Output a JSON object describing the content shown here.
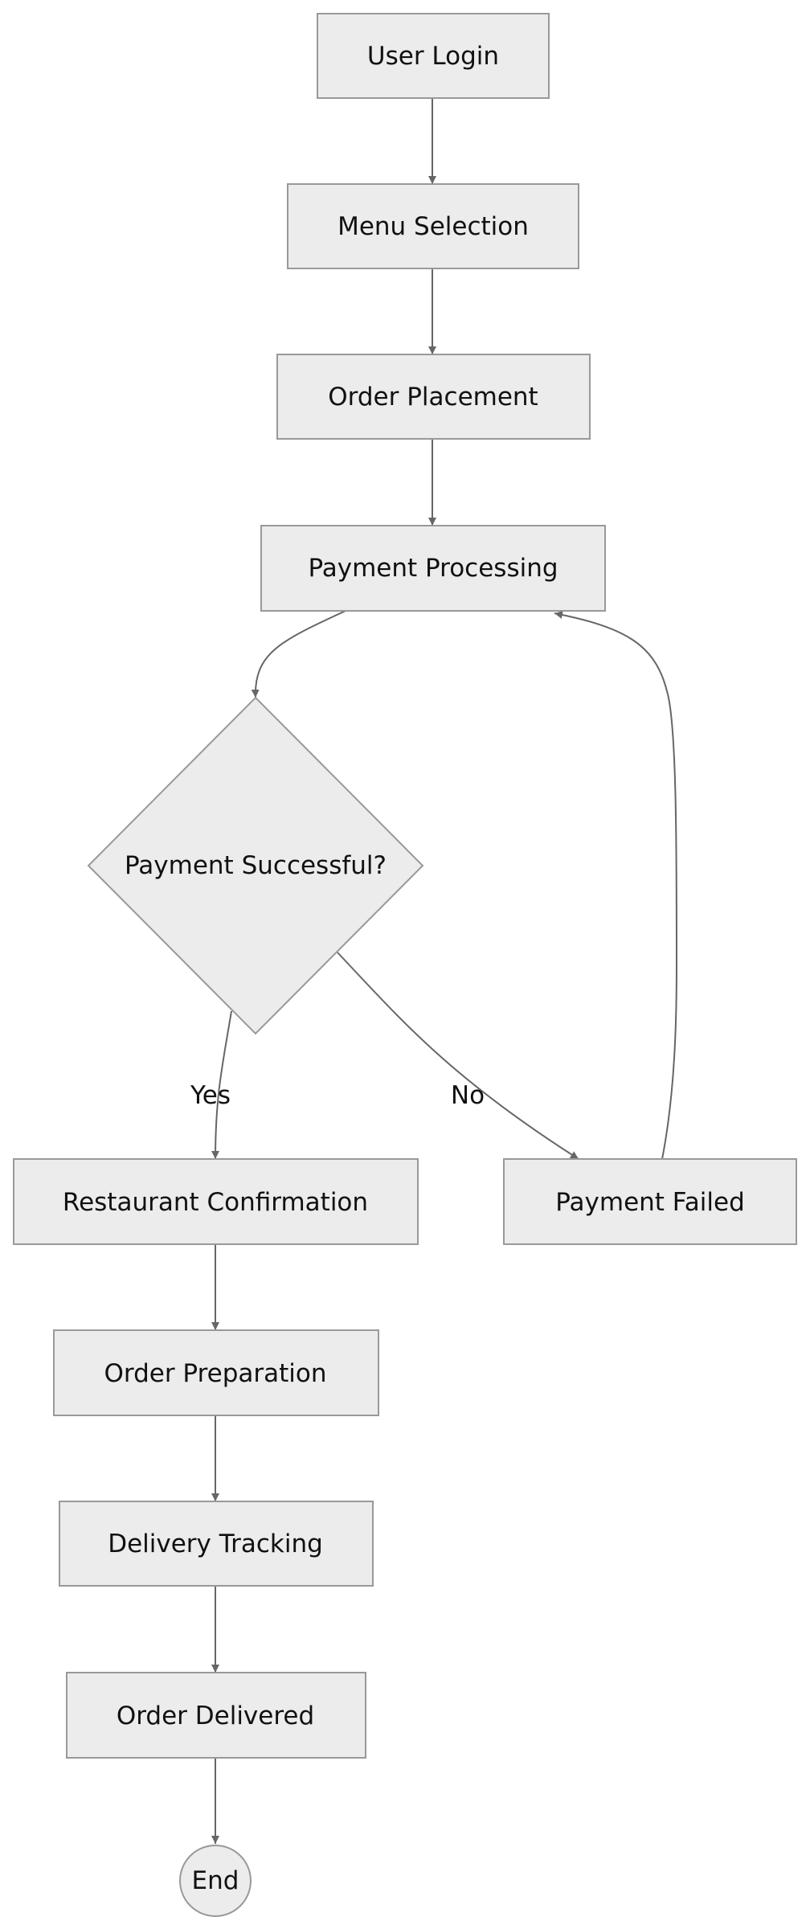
{
  "nodes": {
    "login": "User Login",
    "menu": "Menu Selection",
    "placement": "Order Placement",
    "payment": "Payment Processing",
    "decision": "Payment Successful?",
    "confirmation": "Restaurant Confirmation",
    "failed": "Payment Failed",
    "preparation": "Order Preparation",
    "tracking": "Delivery Tracking",
    "delivered": "Order Delivered",
    "end": "End"
  },
  "edges": {
    "yes_label": "Yes",
    "no_label": "No"
  }
}
